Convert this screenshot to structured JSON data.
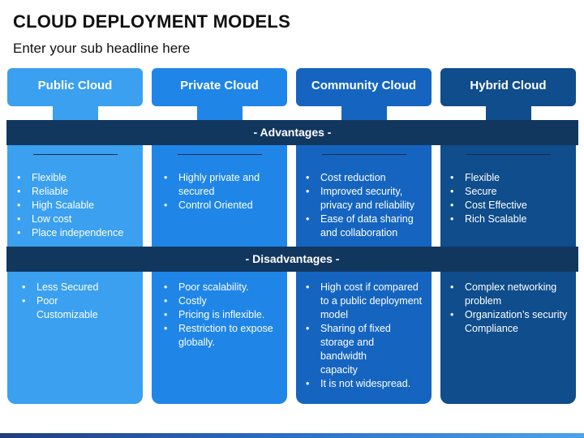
{
  "title": "CLOUD DEPLOYMENT MODELS",
  "subtitle": "Enter your sub headline here",
  "bands": {
    "advantages": "- Advantages -",
    "disadvantages": "- Disadvantages -"
  },
  "columns": [
    {
      "name": "Public Cloud",
      "color": "#3aa0ef",
      "advantages": [
        "Flexible",
        "Reliable",
        "High Scalable",
        "Low cost",
        "Place independence"
      ],
      "disadvantages": [
        "Less Secured",
        "Poor Customizable"
      ]
    },
    {
      "name": "Private Cloud",
      "color": "#1f86e8",
      "advantages": [
        "Highly private and secured",
        "Control Oriented"
      ],
      "disadvantages": [
        "Poor scalability.",
        "Costly",
        "Pricing is inflexible.",
        "Restriction to expose globally."
      ]
    },
    {
      "name": "Community Cloud",
      "color": "#1565c0",
      "advantages": [
        "Cost reduction",
        "Improved security, privacy and reliability",
        "Ease of data sharing and collaboration"
      ],
      "disadvantages": [
        "High cost if compared to a public deployment model",
        "Sharing of fixed storage and bandwidth capacity",
        "It is not widespread."
      ]
    },
    {
      "name": "Hybrid Cloud",
      "color": "#0f4d8c",
      "advantages": [
        "Flexible",
        "Secure",
        "Cost Effective",
        "Rich Scalable"
      ],
      "disadvantages": [
        "Complex networking problem",
        "Organization’s security Compliance"
      ]
    }
  ]
}
